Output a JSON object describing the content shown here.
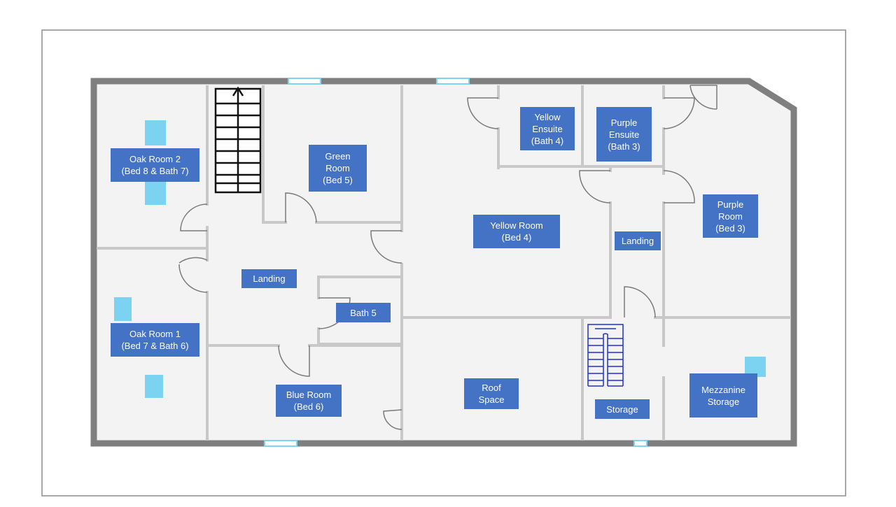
{
  "floorplan": {
    "colors": {
      "outer_wall": "#7f7f7f",
      "inner_wall": "#c8c8c8",
      "floor": "#f3f3f3",
      "label_bg": "#4472c4",
      "label_text": "#ffffff",
      "skylight": "#66ccf0",
      "stair_blue": "#1f2fd0"
    },
    "rooms": {
      "oak_room_2": "Oak Room 2\n(Bed 8 & Bath 7)",
      "oak_room_1": "Oak Room 1\n(Bed 7 & Bath 6)",
      "green_room": "Green\nRoom\n(Bed 5)",
      "landing_west": "Landing",
      "bath_5": "Bath 5",
      "blue_room": "Blue Room\n(Bed 6)",
      "yellow_room": "Yellow Room\n(Bed 4)",
      "yellow_ensuite": "Yellow\nEnsuite\n(Bath 4)",
      "purple_ensuite": "Purple\nEnsuite\n(Bath 3)",
      "purple_room": "Purple\nRoom\n(Bed 3)",
      "landing_east": "Landing",
      "roof_space": "Roof\nSpace",
      "storage": "Storage",
      "mezzanine_storage": "Mezzanine\nStorage"
    },
    "icons": [
      "staircase-icon",
      "spiral-staircase-icon",
      "skylight-icon",
      "window-icon",
      "door-swing-icon"
    ]
  }
}
